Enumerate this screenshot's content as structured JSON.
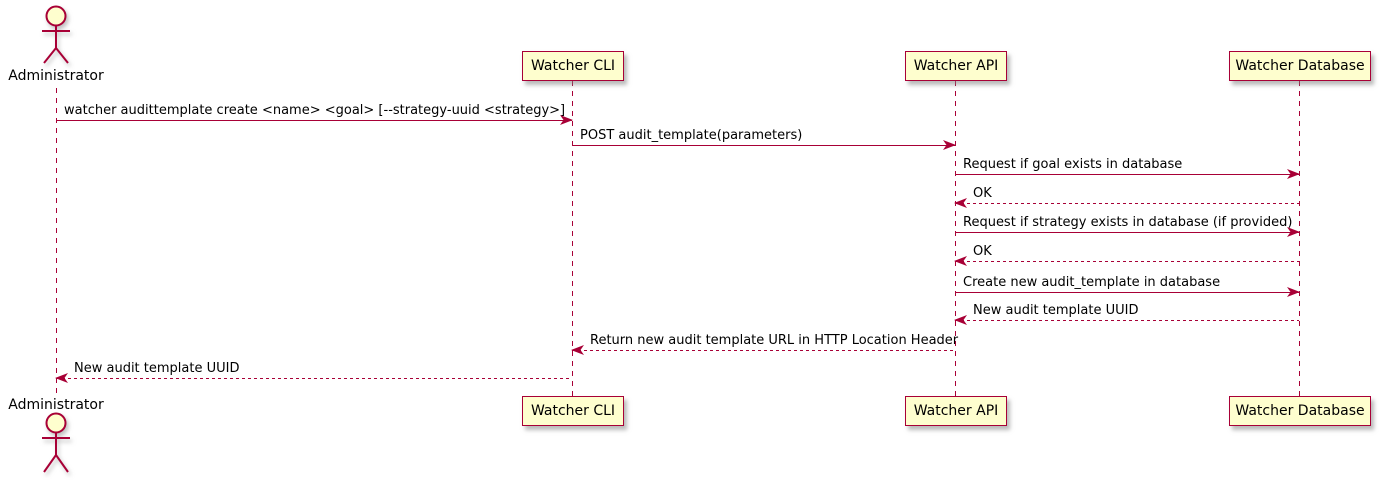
{
  "diagram": {
    "type": "plantuml-sequence",
    "colors": {
      "participant_fill": "#FEFECE",
      "line_stroke": "#A80036",
      "text": "#000000"
    },
    "actor": {
      "name": "Administrator"
    },
    "participants": [
      {
        "name": "Watcher CLI"
      },
      {
        "name": "Watcher API"
      },
      {
        "name": "Watcher Database"
      }
    ],
    "messages": [
      {
        "from": "Administrator",
        "to": "Watcher CLI",
        "style": "solid",
        "text": "watcher audittemplate create <name> <goal> [--strategy-uuid <strategy>]"
      },
      {
        "from": "Watcher CLI",
        "to": "Watcher API",
        "style": "solid",
        "text": "POST audit_template(parameters)"
      },
      {
        "from": "Watcher API",
        "to": "Watcher Database",
        "style": "solid",
        "text": "Request if goal exists in database"
      },
      {
        "from": "Watcher Database",
        "to": "Watcher API",
        "style": "dashed",
        "text": "OK"
      },
      {
        "from": "Watcher API",
        "to": "Watcher Database",
        "style": "solid",
        "text": "Request if strategy exists in database (if provided)"
      },
      {
        "from": "Watcher Database",
        "to": "Watcher API",
        "style": "dashed",
        "text": "OK"
      },
      {
        "from": "Watcher API",
        "to": "Watcher Database",
        "style": "solid",
        "text": "Create new audit_template in database"
      },
      {
        "from": "Watcher Database",
        "to": "Watcher API",
        "style": "dashed",
        "text": "New audit template UUID"
      },
      {
        "from": "Watcher API",
        "to": "Watcher CLI",
        "style": "dashed",
        "text": "Return new audit template URL in HTTP Location Header"
      },
      {
        "from": "Watcher CLI",
        "to": "Administrator",
        "style": "dashed",
        "text": "New audit template UUID"
      }
    ]
  }
}
